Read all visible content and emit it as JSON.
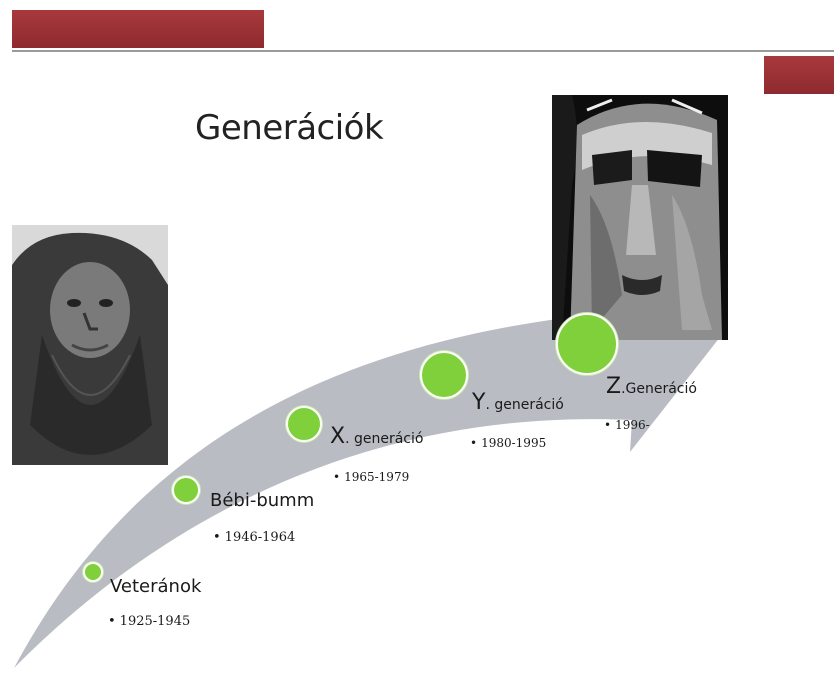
{
  "slide": {
    "title": "Generációk",
    "accent_color": "#9b3036",
    "dot_color": "#7fd03a",
    "arrow_color": "#b9bcc3"
  },
  "generations": [
    {
      "name": "Veteránok",
      "name_big": "",
      "name_small": "",
      "years": "1925-1945"
    },
    {
      "name": "Bébi-bumm",
      "name_big": "",
      "name_small": "",
      "years": "1946-1964"
    },
    {
      "name": "",
      "name_big": "X",
      "name_small": ". generáció",
      "years": "1965-1979"
    },
    {
      "name": "",
      "name_big": "Y",
      "name_small": ". generáció",
      "years": "1980-1995"
    },
    {
      "name": "",
      "name_big": "Z",
      "name_small": ".Generáció",
      "years": "1996-"
    }
  ],
  "images": {
    "left": "bearded-man-photo",
    "right": "robot-face-photo"
  }
}
